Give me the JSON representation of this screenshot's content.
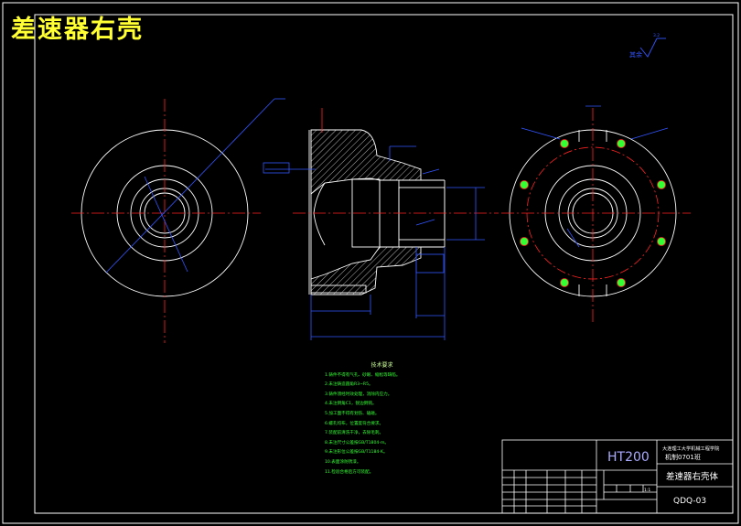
{
  "drawing": {
    "title": "差速器右壳",
    "roughness_label": "其余",
    "roughness_value": "3.2"
  },
  "title_block": {
    "material": "HT200",
    "school": "大连理工大学机械工程学院",
    "class": "机制0701班",
    "part_name": "差速器右壳体",
    "drawing_no": "QDQ-03",
    "scale": "1:1"
  },
  "technical_notes": {
    "title": "技术要求",
    "items": [
      "1.铸件不得有气孔、砂眼、缩松等缺陷。",
      "2.未注铸造圆角R3~R5。",
      "3.铸件须经时效处理，消除内应力。",
      "4.未注倒角C1，锐边倒钝。",
      "5.加工面不得有划伤、磕碰。",
      "6.螺孔均布，位置度符合要求。",
      "7.装配前清洗干净，去除毛刺。",
      "8.未注尺寸公差按GB/T1804-m。",
      "9.未注形位公差按GB/T1184-K。",
      "10.表面涂防锈漆。",
      "11.检验合格后方可装配。"
    ]
  },
  "colors": {
    "frame": "#ffffff",
    "outline": "#ffffff",
    "center_line": "#ff2222",
    "dimension": "#3355ff",
    "hatch": "#ffffff",
    "notes_text": "#33ff33",
    "title_text": "#ffff33",
    "hole_fill": "#33ff33",
    "title_block_line": "#ffffff"
  }
}
